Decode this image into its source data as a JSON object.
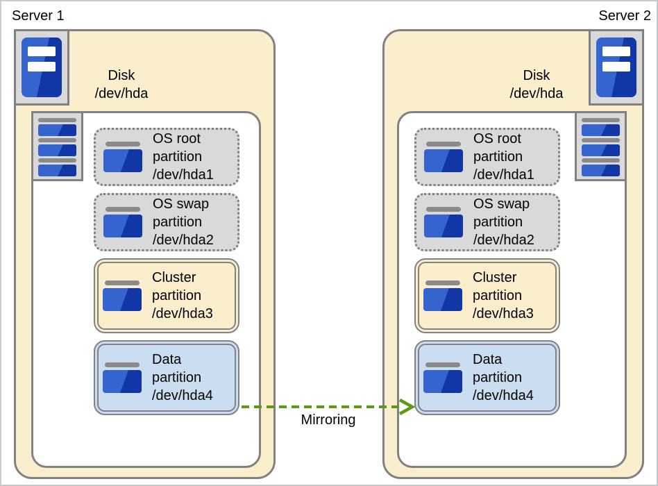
{
  "servers": [
    {
      "label": "Server 1",
      "disk_label": [
        "Disk",
        "/dev/hda"
      ],
      "partitions": [
        {
          "kind": "os",
          "lines": [
            "OS root",
            "partition",
            "/dev/hda1"
          ]
        },
        {
          "kind": "os",
          "lines": [
            "OS swap",
            "partition",
            "/dev/hda2"
          ]
        },
        {
          "kind": "cluster",
          "lines": [
            "Cluster",
            "partition",
            "/dev/hda3"
          ]
        },
        {
          "kind": "data",
          "lines": [
            "Data",
            "partition",
            "/dev/hda4"
          ]
        }
      ]
    },
    {
      "label": "Server 2",
      "disk_label": [
        "Disk",
        "/dev/hda"
      ],
      "partitions": [
        {
          "kind": "os",
          "lines": [
            "OS root",
            "partition",
            "/dev/hda1"
          ]
        },
        {
          "kind": "os",
          "lines": [
            "OS swap",
            "partition",
            "/dev/hda2"
          ]
        },
        {
          "kind": "cluster",
          "lines": [
            "Cluster",
            "partition",
            "/dev/hda3"
          ]
        },
        {
          "kind": "data",
          "lines": [
            "Data",
            "partition",
            "/dev/hda4"
          ]
        }
      ]
    }
  ],
  "mirroring": {
    "label": "Mirroring"
  },
  "icons": {
    "server": "server-tower-icon",
    "disk_stack": "disk-stack-icon",
    "partition": "partition-icon",
    "arrow": "mirroring-arrow-icon"
  },
  "colors": {
    "server-fill": "#FBEECD",
    "gray-fill": "#D9D9D9",
    "data-fill": "#CADDF1",
    "border-gray": "#818181",
    "dot-gray": "#7F7F7F",
    "icon-gray": "#8A8A8A",
    "blue-light": "#3564CE",
    "blue-dark": "#1136A6",
    "arrow-green": "#5B9A17",
    "canvas-border": "#C7CBCF"
  }
}
